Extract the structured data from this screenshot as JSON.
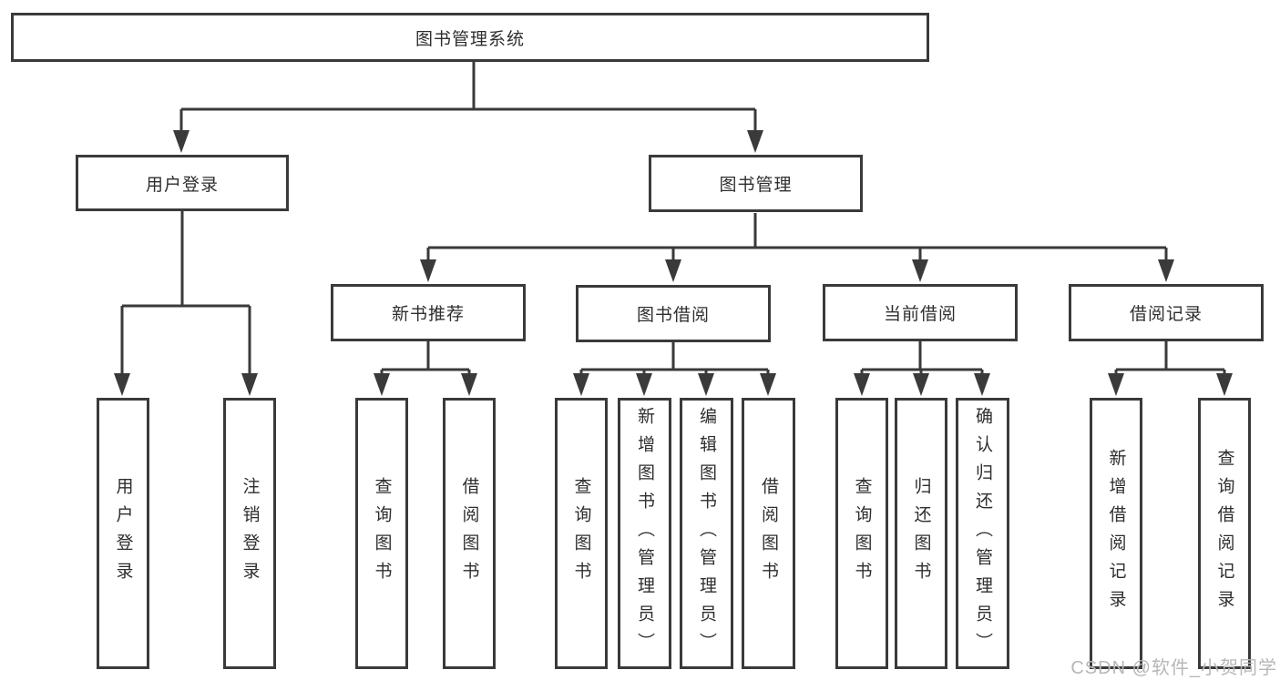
{
  "diagram": {
    "root": {
      "label": "图书管理系统",
      "children": [
        {
          "label": "用户登录",
          "children": [
            {
              "label": "用户登录"
            },
            {
              "label": "注销登录"
            }
          ]
        },
        {
          "label": "图书管理",
          "children": [
            {
              "label": "新书推荐",
              "children": [
                {
                  "label": "查询图书"
                },
                {
                  "label": "借阅图书"
                }
              ]
            },
            {
              "label": "图书借阅",
              "children": [
                {
                  "label": "查询图书"
                },
                {
                  "label": "新增图书（管理员）"
                },
                {
                  "label": "编辑图书（管理员）"
                },
                {
                  "label": "借阅图书"
                }
              ]
            },
            {
              "label": "当前借阅",
              "children": [
                {
                  "label": "查询图书"
                },
                {
                  "label": "归还图书"
                },
                {
                  "label": "确认归还（管理员）"
                }
              ]
            },
            {
              "label": "借阅记录",
              "children": [
                {
                  "label": "新增借阅记录"
                },
                {
                  "label": "查询借阅记录"
                }
              ]
            }
          ]
        }
      ]
    }
  },
  "watermark": {
    "text": "CSDN @软件_小贺同学"
  },
  "colors": {
    "line": "#3a3a3a",
    "box_border": "#3a3a3a",
    "text": "#2e2e2e",
    "watermark_text": "#b7b7b7",
    "background": "#ffffff"
  }
}
